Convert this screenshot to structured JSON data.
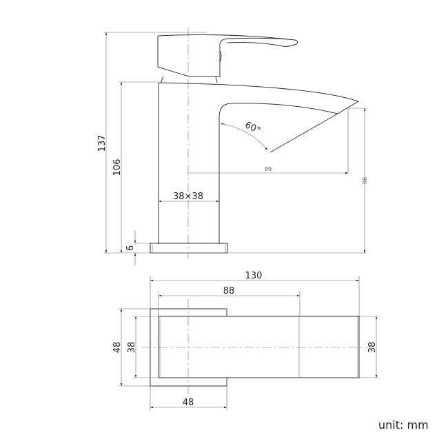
{
  "side_view": {
    "dimensions": {
      "total_height": "137",
      "body_height": "106",
      "base_height": "6",
      "spout_reach": "99",
      "spout_height": "90",
      "body_section": "38×38",
      "spout_angle": "60°"
    }
  },
  "top_view": {
    "dimensions": {
      "overall_length": "130",
      "spout_length": "88",
      "base_width": "48",
      "body_width_left": "38",
      "body_width_right": "38",
      "base_length": "48"
    }
  },
  "unit_label": "unit: mm",
  "colors": {
    "line": "#333333",
    "background": "#ffffff"
  }
}
